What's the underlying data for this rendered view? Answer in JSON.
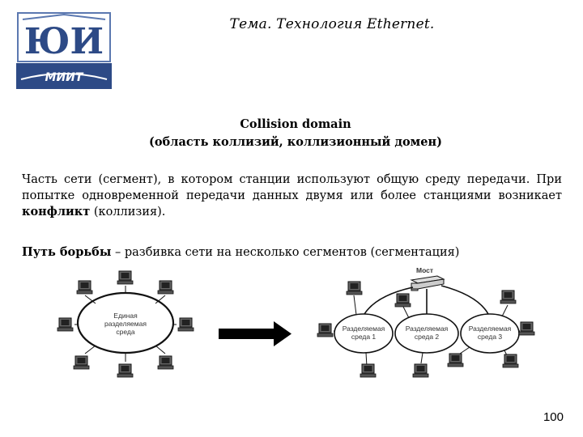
{
  "slide": {
    "title": "Тема. Технология Ethernet.",
    "heading_line1": "Collision domain",
    "heading_line2": "(область коллизий, коллизионный домен)",
    "paragraph_before": "Часть сети (сегмент), в котором станции используют общую среду передачи. При попытке одновременной передачи данных двумя или более станциями возникает ",
    "paragraph_bold": "конфликт",
    "paragraph_after": " (коллизия).",
    "solution_bold": "Путь борьбы",
    "solution_rest": " – разбивка сети на несколько сегментов (сегментация)",
    "page_number": "100"
  },
  "logo": {
    "letters": "ЮИ",
    "brand": "МИИТ",
    "colors": {
      "primary": "#2d4a86",
      "frame": "#5b78b0"
    }
  },
  "diagram": {
    "left_ellipse_label": [
      "Единая",
      "разделяемая",
      "среда"
    ],
    "bridge_label": "Мост",
    "segments": [
      {
        "label": [
          "Разделяемая",
          "среда 1"
        ]
      },
      {
        "label": [
          "Разделяемая",
          "среда 2"
        ]
      },
      {
        "label": [
          "Разделяемая",
          "среда 3"
        ]
      }
    ],
    "arrow": "right-arrow"
  }
}
